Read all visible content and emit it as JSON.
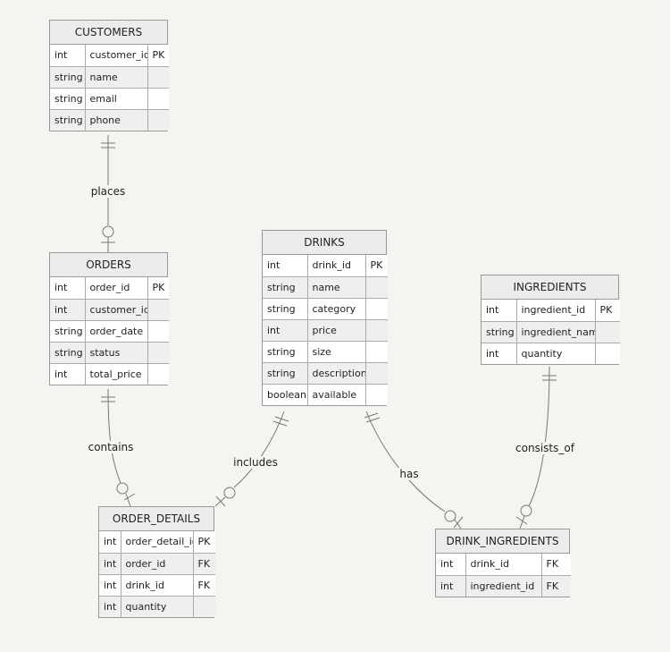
{
  "entities": {
    "customers": {
      "title": "CUSTOMERS",
      "rows": [
        {
          "type": "int",
          "name": "customer_id",
          "key": "PK"
        },
        {
          "type": "string",
          "name": "name",
          "key": ""
        },
        {
          "type": "string",
          "name": "email",
          "key": ""
        },
        {
          "type": "string",
          "name": "phone",
          "key": ""
        }
      ]
    },
    "orders": {
      "title": "ORDERS",
      "rows": [
        {
          "type": "int",
          "name": "order_id",
          "key": "PK"
        },
        {
          "type": "int",
          "name": "customer_id",
          "key": ""
        },
        {
          "type": "string",
          "name": "order_date",
          "key": ""
        },
        {
          "type": "string",
          "name": "status",
          "key": ""
        },
        {
          "type": "int",
          "name": "total_price",
          "key": ""
        }
      ]
    },
    "drinks": {
      "title": "DRINKS",
      "rows": [
        {
          "type": "int",
          "name": "drink_id",
          "key": "PK"
        },
        {
          "type": "string",
          "name": "name",
          "key": ""
        },
        {
          "type": "string",
          "name": "category",
          "key": ""
        },
        {
          "type": "int",
          "name": "price",
          "key": ""
        },
        {
          "type": "string",
          "name": "size",
          "key": ""
        },
        {
          "type": "string",
          "name": "description",
          "key": ""
        },
        {
          "type": "boolean",
          "name": "available",
          "key": ""
        }
      ]
    },
    "ingredients": {
      "title": "INGREDIENTS",
      "rows": [
        {
          "type": "int",
          "name": "ingredient_id",
          "key": "PK"
        },
        {
          "type": "string",
          "name": "ingredient_name",
          "key": ""
        },
        {
          "type": "int",
          "name": "quantity",
          "key": ""
        }
      ]
    },
    "order_details": {
      "title": "ORDER_DETAILS",
      "rows": [
        {
          "type": "int",
          "name": "order_detail_id",
          "key": "PK"
        },
        {
          "type": "int",
          "name": "order_id",
          "key": "FK"
        },
        {
          "type": "int",
          "name": "drink_id",
          "key": "FK"
        },
        {
          "type": "int",
          "name": "quantity",
          "key": ""
        }
      ]
    },
    "drink_ingredients": {
      "title": "DRINK_INGREDIENTS",
      "rows": [
        {
          "type": "int",
          "name": "drink_id",
          "key": "FK"
        },
        {
          "type": "int",
          "name": "ingredient_id",
          "key": "FK"
        }
      ]
    }
  },
  "relationships": {
    "places": "places",
    "contains": "contains",
    "includes": "includes",
    "has": "has",
    "consists_of": "consists_of"
  }
}
